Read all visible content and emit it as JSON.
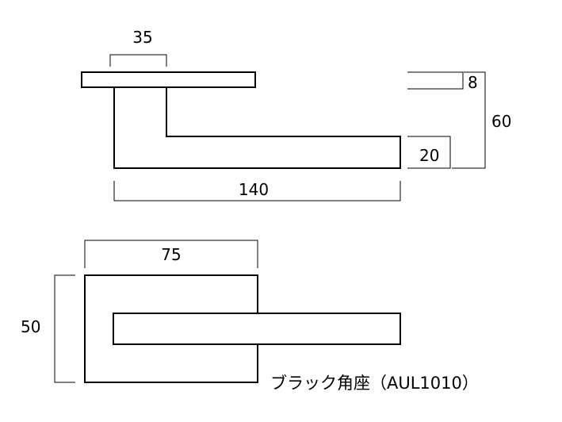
{
  "top_view": {
    "dim_rose_width": "35",
    "dim_rose_thickness": "8",
    "dim_total_height": "60",
    "dim_lever_thickness": "20",
    "dim_lever_length": "140"
  },
  "bottom_view": {
    "dim_plate_width": "75",
    "dim_plate_height": "50"
  },
  "caption": "ブラック角座（AUL1010）",
  "colors": {
    "line": "#000000",
    "background": "#ffffff"
  }
}
